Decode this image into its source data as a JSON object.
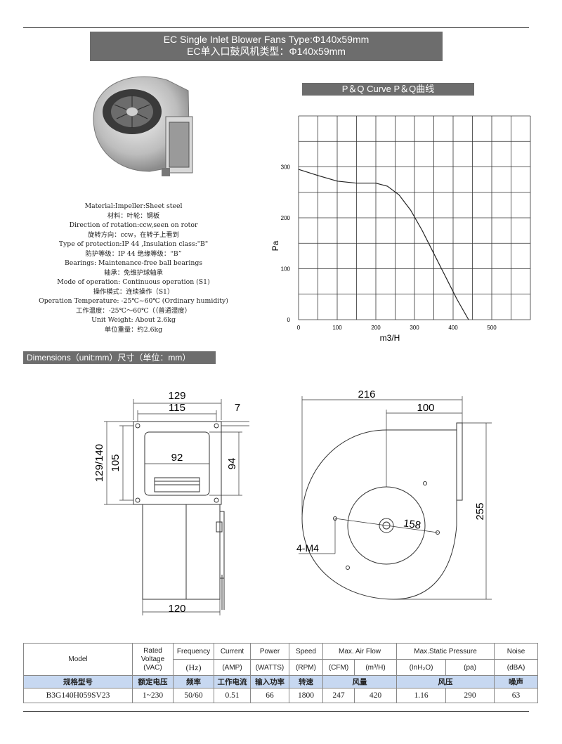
{
  "header": {
    "title_en": "EC Single Inlet Blower Fans Type:Φ140x59mm",
    "title_cn": "EC单入口鼓风机类型：Φ140x59mm"
  },
  "specs": [
    "Material:Impeller:Sheet steel",
    "材料：叶轮：钢板",
    "Direction of rotation:ccw,seen on rotor",
    "旋转方向：ccw，在转子上看到",
    "Type of protection:IP 44 ,Insulation class:\"B\"",
    "防护等级：IP 44    绝缘等级：“B”",
    "Bearings: Maintenance-free ball bearings",
    "轴承：免维护球轴承",
    "Mode of operation: Continuous operation (S1)",
    "操作模式：连续操作（S1）",
    "Operation Temperature: -25℃~60℃ (Ordinary humidity)",
    "工作温度：-25℃～60℃（（普通湿度）",
    "Unit Weight: About 2.6kg",
    "单位重量：约2.6kg"
  ],
  "pq_title": "P＆Q Curve  P＆Q曲线",
  "chart_data": {
    "type": "line",
    "title": "P＆Q Curve  P＆Q曲线",
    "xlabel": "m3/H",
    "ylabel": "Pa",
    "xlim": [
      0,
      600
    ],
    "ylim": [
      0,
      400
    ],
    "x_ticks": [
      "0",
      "100",
      "200",
      "300",
      "400",
      "500"
    ],
    "y_ticks": [
      "0",
      "100",
      "200",
      "300"
    ],
    "grid": true,
    "series": [
      {
        "x": [
          0,
          50,
          100,
          150,
          200,
          230,
          260,
          290,
          320,
          350,
          380,
          410,
          440
        ],
        "y": [
          295,
          283,
          272,
          268,
          268,
          262,
          245,
          215,
          175,
          130,
          85,
          40,
          0
        ]
      }
    ]
  },
  "dimensions_title": "Dimensions（unit:mm）尺寸（单位：mm）",
  "drawing_front": {
    "dim_129": "129",
    "dim_115": "115",
    "dim_7": "7",
    "dim_92": "92",
    "dim_94": "94",
    "dim_105": "105",
    "dim_129_140": "129/140",
    "dim_120": "120"
  },
  "drawing_side": {
    "dim_216": "216",
    "dim_100": "100",
    "dim_158": "158",
    "dim_255": "255",
    "dim_4m4": "4-M4"
  },
  "table": {
    "headers": {
      "model": "Model",
      "rated_voltage": "Rated Voltage (VAC)",
      "frequency": "Frequency",
      "current": "Current",
      "power": "Power",
      "speed": "Speed",
      "airflow": "Max. Air Flow",
      "pressure": "Max.Static Pressure",
      "noise": "Noise"
    },
    "units": {
      "frequency": "(Hz)",
      "current": "(AMP)",
      "power": "(WATTS)",
      "speed": "(RPM)",
      "cfm": "(CFM)",
      "m3h": "(m³/H)",
      "inh2o": "(InH₂O)",
      "pa": "(pa)",
      "dba": "(dBA)"
    },
    "cn": {
      "model": "规格型号",
      "voltage": "额定电压",
      "frequency": "频率",
      "current": "工作电流",
      "power": "输入功率",
      "speed": "转速",
      "airflow": "风量",
      "pressure": "风压",
      "noise": "噪声"
    },
    "row": {
      "model": "B3G140H059SV23",
      "voltage": "1~230",
      "frequency": "50/60",
      "current": "0.51",
      "power": "66",
      "speed": "1800",
      "cfm": "247",
      "m3h": "420",
      "inh2o": "1.16",
      "pa": "290",
      "dba": "63"
    }
  }
}
